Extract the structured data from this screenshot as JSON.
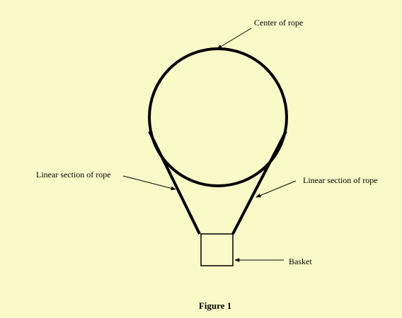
{
  "labels": {
    "center": "Center of rope",
    "linear_left": "Linear section of rope",
    "linear_right": "Linear section of rope",
    "basket": "Basket"
  },
  "caption": "Figure 1",
  "colors": {
    "background": "#fafac8",
    "line": "#000000"
  }
}
